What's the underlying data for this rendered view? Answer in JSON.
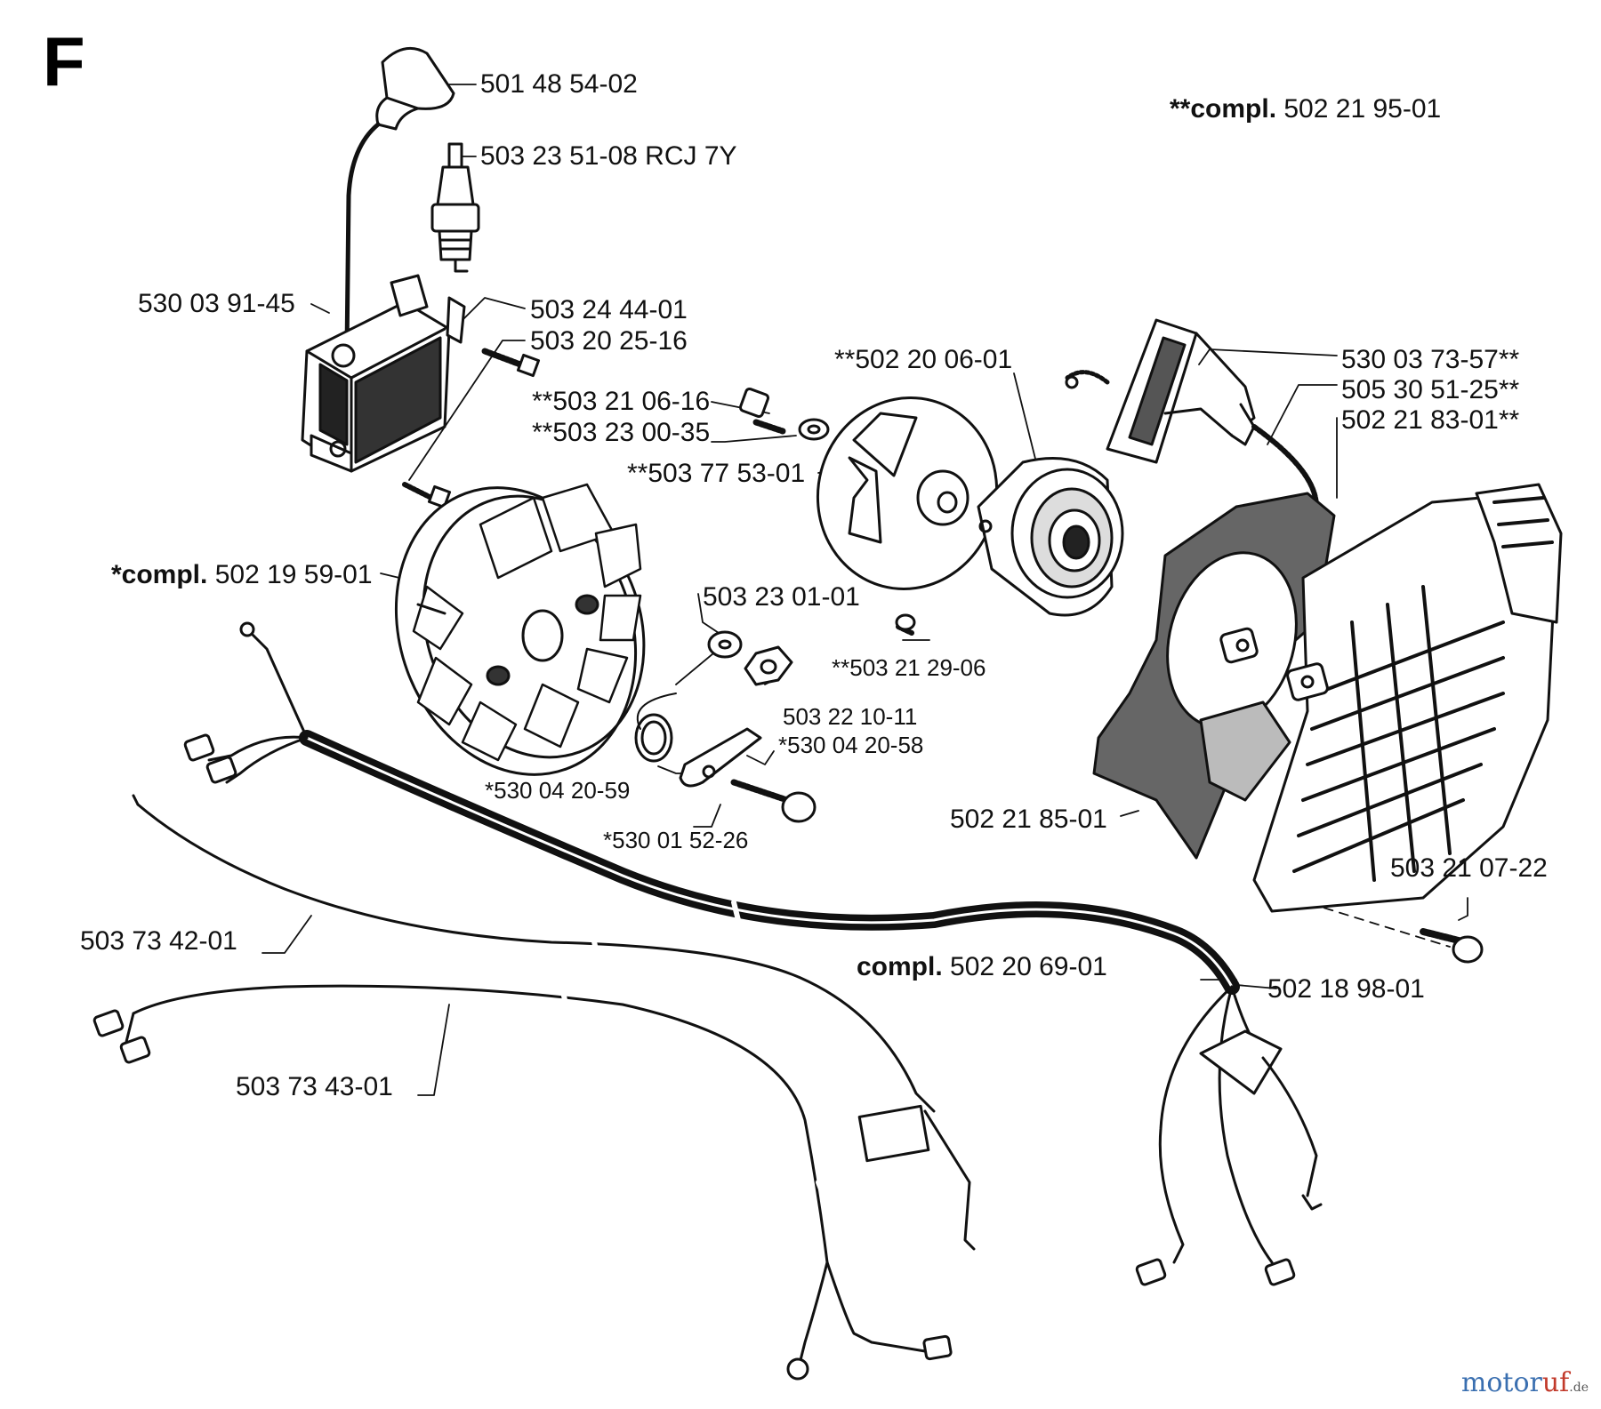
{
  "section_letter": "F",
  "parts": [
    {
      "id": "plug-cap",
      "label": "501 48 54-02"
    },
    {
      "id": "spark-plug",
      "label": "503 23 51-08 RCJ 7Y"
    },
    {
      "id": "ignition-module",
      "label": "530 03 91-45"
    },
    {
      "id": "terminal",
      "label": "503 24 44-01"
    },
    {
      "id": "module-screw",
      "label": "503 20 25-16"
    },
    {
      "id": "pulley-screw",
      "label": "**503 21 06-16"
    },
    {
      "id": "pulley-washer",
      "label": "**503 23 00-35"
    },
    {
      "id": "starter-pulley",
      "label": "**503 77 53-01"
    },
    {
      "id": "rewind-spring",
      "label": "**502 20 06-01"
    },
    {
      "id": "handle",
      "label": "530 03 73-57**"
    },
    {
      "id": "starter-rope",
      "label": "505 30 51-25**"
    },
    {
      "id": "starter-housing",
      "label": "502 21 83-01**"
    },
    {
      "id": "flywheel-washer",
      "label": "503 23 01-01"
    },
    {
      "id": "housing-screw",
      "label": "**503 21 29-06"
    },
    {
      "id": "flywheel-nut",
      "label": "503 22 10-11"
    },
    {
      "id": "pawl",
      "label": "*530 04 20-58"
    },
    {
      "id": "pawl-spring",
      "label": "*530 04 20-59"
    },
    {
      "id": "pawl-screw",
      "label": "*530 01 52-26"
    },
    {
      "id": "gasket-plate",
      "label": "502 21 85-01"
    },
    {
      "id": "cover-screw",
      "label": "503 21 07-22"
    },
    {
      "id": "short-circuit-cable",
      "label": "503 73 42-01"
    },
    {
      "id": "cable-2",
      "label": "503 73 43-01"
    },
    {
      "id": "cable-3",
      "label": "502 18 98-01"
    }
  ],
  "assemblies": [
    {
      "id": "starter-compl",
      "prefix": "**compl.",
      "number": "502 21 95-01"
    },
    {
      "id": "flywheel-compl",
      "prefix": "*compl.",
      "number": "502 19 59-01"
    },
    {
      "id": "cable-compl",
      "prefix": "compl.",
      "number": "502 20 69-01"
    }
  ],
  "watermark": {
    "part1": "motor",
    "part2": "uf",
    "suffix": ".de"
  }
}
